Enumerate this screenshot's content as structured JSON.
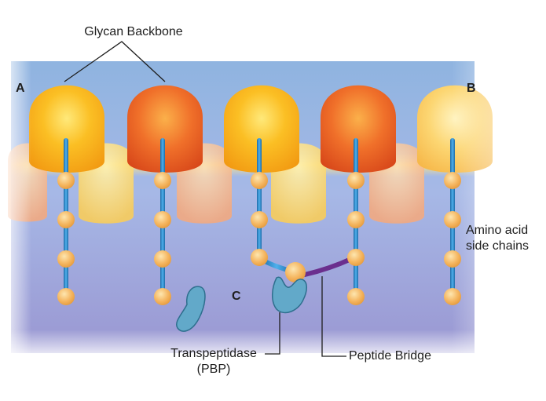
{
  "labels": {
    "glycan_backbone": "Glycan Backbone",
    "corner_a": "A",
    "corner_b": "B",
    "site_c": "C",
    "amino_acid_line1": "Amino acid",
    "amino_acid_line2": "side chains",
    "transpeptidase_line1": "Transpeptidase",
    "transpeptidase_line2": "(PBP)",
    "peptide_bridge": "Peptide Bridge"
  },
  "colors": {
    "membrane_top": "#8fb0dc",
    "membrane_bottom": "#9b98d2",
    "glycan_yellow": "#f7b21a",
    "glycan_orange": "#ef6a1c",
    "glycan_pale": "#fbd56a",
    "side_chain_rod": "#2f86c8",
    "amino_bead": "#f4b25a",
    "enzyme_fill": "#5fa8c8",
    "enzyme_stroke": "#2e6f8e",
    "peptide_bridge": "#7a3f9a"
  }
}
